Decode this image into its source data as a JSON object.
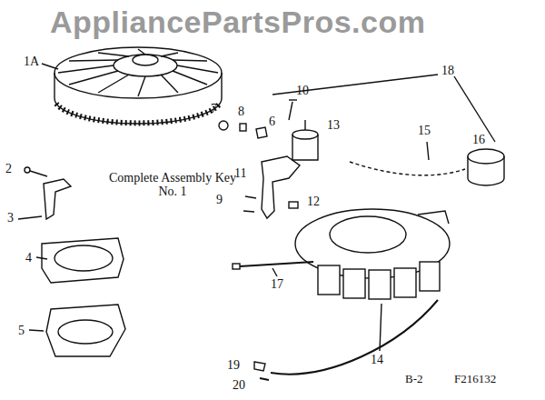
{
  "diagram": {
    "labels": [
      "AppliancePartsPros.com",
      "1A",
      "18",
      "10",
      "7",
      "8",
      "6",
      "13",
      "15",
      "16",
      "2",
      "Complete Assembly Key No. 1",
      "3",
      "11",
      "9",
      "12",
      "4",
      "17",
      "14",
      "5",
      "19",
      "20",
      "B-2",
      "F216132"
    ]
  }
}
